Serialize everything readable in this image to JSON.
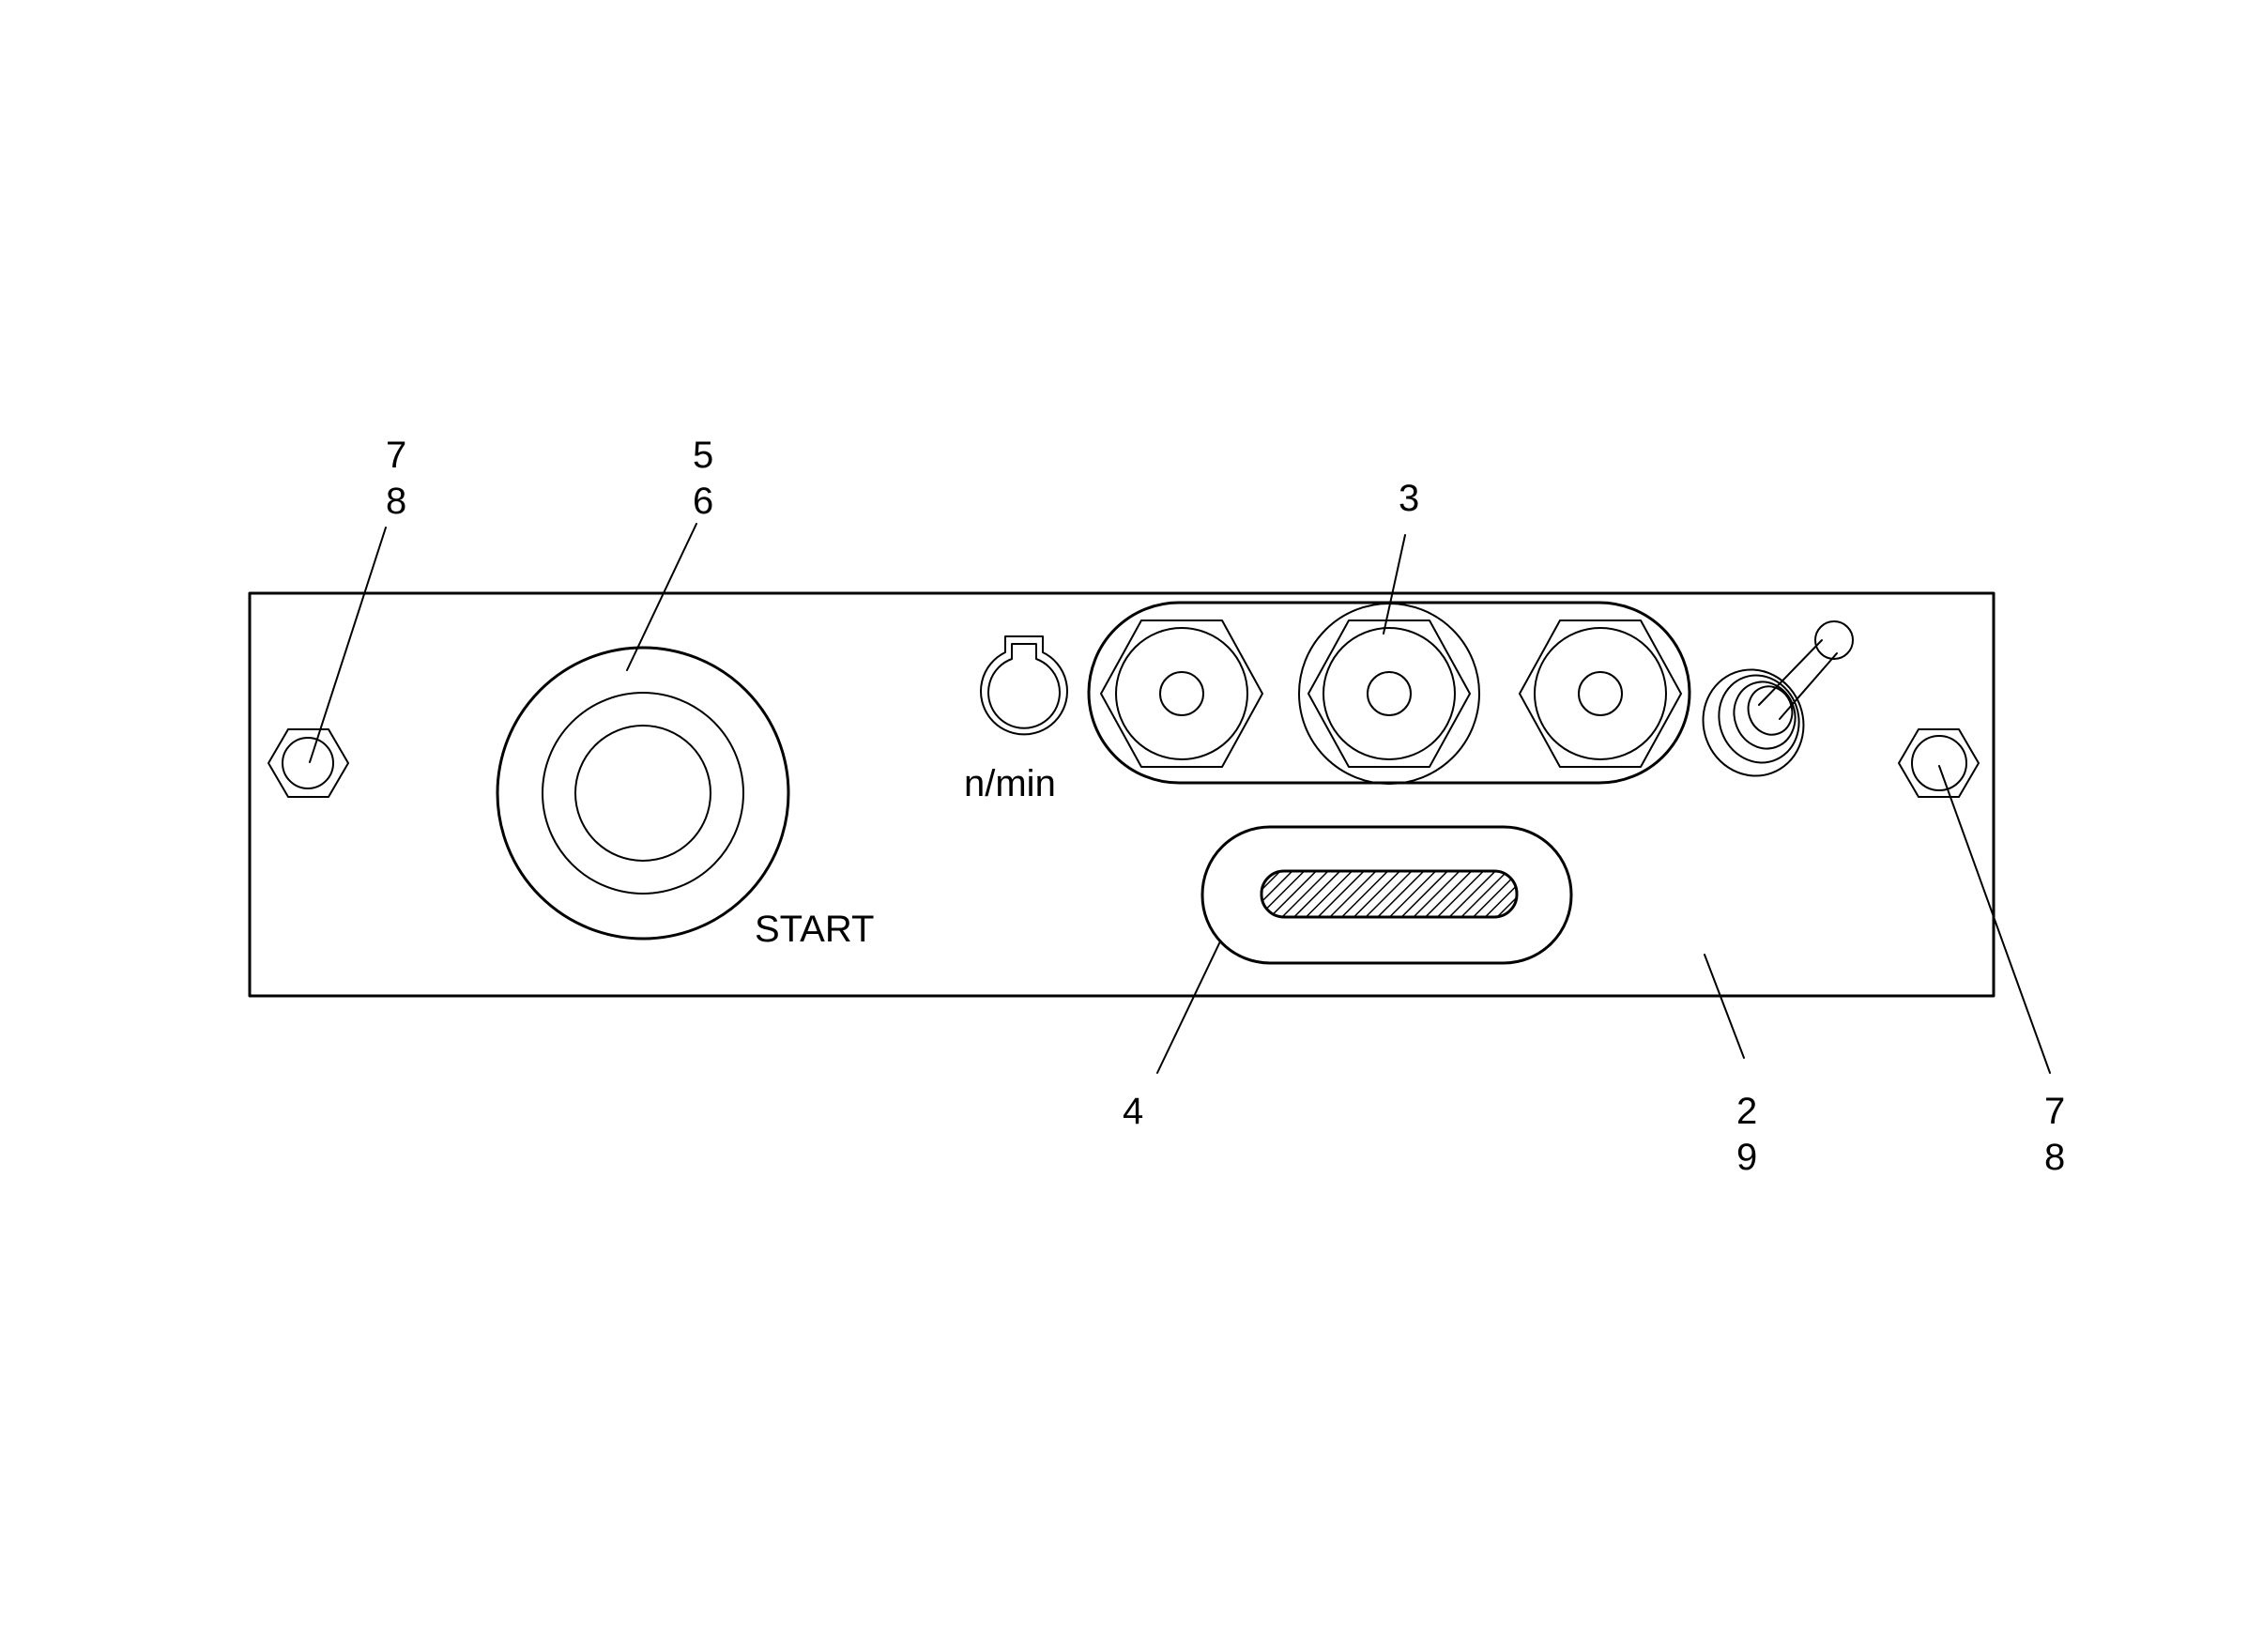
{
  "callouts": {
    "left_screw_a": "7",
    "left_screw_b": "8",
    "start_a": "5",
    "start_b": "6",
    "gauge": "3",
    "window": "4",
    "panel_a": "2",
    "panel_b": "9",
    "right_screw_a": "7",
    "right_screw_b": "8"
  },
  "panel_text": {
    "rpm": "n/min",
    "start": "START"
  },
  "colors": {
    "line": "#000000",
    "background": "#ffffff"
  }
}
